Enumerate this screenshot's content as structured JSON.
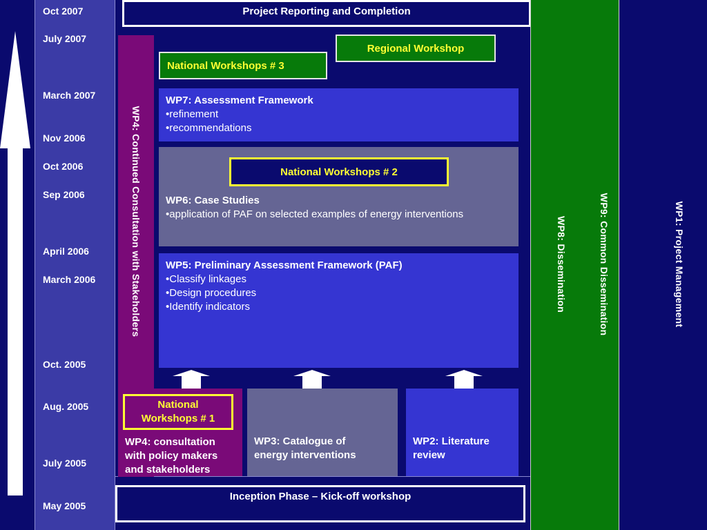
{
  "timeline": {
    "dates": [
      {
        "label": "Oct 2007"
      },
      {
        "label": "July 2007"
      },
      {
        "label": "March 2007"
      },
      {
        "label": "Nov 2006"
      },
      {
        "label": "Oct 2006"
      },
      {
        "label": "Sep 2006"
      },
      {
        "label": "April 2006"
      },
      {
        "label": "March 2006"
      },
      {
        "label": "Oct. 2005"
      },
      {
        "label": "Aug. 2005"
      },
      {
        "label": "July 2005"
      },
      {
        "label": "May 2005"
      }
    ]
  },
  "boxes": {
    "project_reporting": "Project Reporting and Completion",
    "regional_workshop": "Regional Workshop",
    "national_workshops_3": "National Workshops # 3",
    "national_workshops_2": "National Workshops # 2",
    "national_workshops_1_line1": "National",
    "national_workshops_1_line2": "Workshops # 1",
    "inception": "Inception Phase – Kick-off workshop"
  },
  "wp7": {
    "title": "WP7: Assessment Framework",
    "bullets": [
      "refinement",
      "recommendations"
    ]
  },
  "wp6": {
    "title": "WP6: Case Studies",
    "bullets": [
      "application of PAF on selected examples of energy interventions"
    ]
  },
  "wp5": {
    "title": "WP5: Preliminary Assessment Framework (PAF)",
    "bullets": [
      "Classify linkages",
      "Design procedures",
      "Identify indicators"
    ]
  },
  "wp4_bottom": {
    "line1": "WP4: consultation",
    "line2": "with policy makers",
    "line3": "and stakeholders"
  },
  "wp3": {
    "line1": "WP3: Catalogue of",
    "line2": "energy interventions"
  },
  "wp2": {
    "line1": "WP2: Literature",
    "line2": "review"
  },
  "vertical": {
    "wp4_continued": "WP4: Continued Consultation with Stakeholders",
    "wp8": "WP8: Dissemination",
    "wp9": "WP9: Common Dissemination",
    "wp1": "WP1: Project Management"
  },
  "colors": {
    "navy": "#0a0a6e",
    "blue": "#3535d2",
    "slate": "#656594",
    "purple": "#7a0a78",
    "green": "#077a0a",
    "yellow": "#ffff33",
    "timeline": "#3b3ba6"
  },
  "icons": {
    "timeline_arrow": "up-arrow-icon",
    "flow_arrows": "up-arrow-icon"
  }
}
